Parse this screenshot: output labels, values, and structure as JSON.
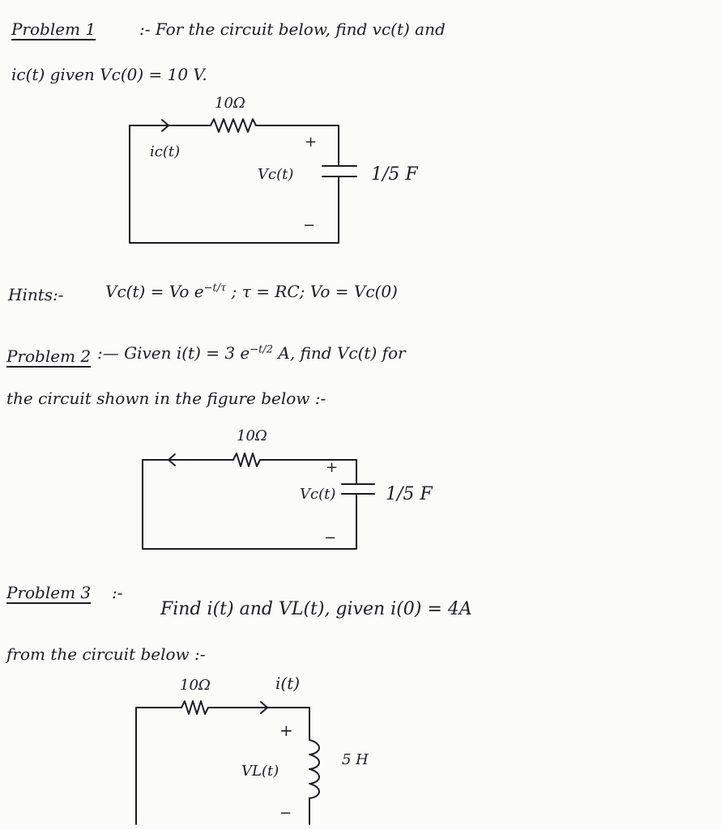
{
  "problem1": {
    "heading": "Problem 1",
    "text_line1": ":- For the circuit below, find vc(t) and",
    "text_line2": "ic(t) given Vc(0) = 10 V.",
    "circuit": {
      "resistor_label": "10Ω",
      "current_label": "ic(t)",
      "plus_label": "+",
      "minus_label": "−",
      "voltage_label": "Vc(t)",
      "capacitor_label": "1/5 F"
    }
  },
  "hints": {
    "prefix": "Hints:-",
    "formula_main": "Vc(t) = Vo e",
    "formula_exp": "−t/τ",
    "formula_rest": "; τ = RC;  Vo = Vc(0)"
  },
  "problem2": {
    "heading": "Problem 2",
    "text_line1_main": ":— Given i(t) = 3 e",
    "text_line1_exp": "−t/2",
    "text_line1_rest": "A, find Vc(t) for",
    "text_line2": "the circuit shown in the figure below :-",
    "circuit": {
      "resistor_label": "10Ω",
      "plus_label": "+",
      "minus_label": "−",
      "voltage_label": "Vc(t)",
      "capacitor_label": "1/5 F"
    }
  },
  "problem3": {
    "heading": "Problem 3",
    "text_colon": ":-",
    "text_line1": "Find i(t) and VL(t), given i(0) = 4A",
    "text_line2": "from the circuit below :-",
    "circuit": {
      "resistor_label": "10Ω",
      "current_label": "i(t)",
      "plus_label": "+",
      "minus_label": "−",
      "voltage_label": "VL(t)",
      "inductor_label": "5 H"
    }
  }
}
